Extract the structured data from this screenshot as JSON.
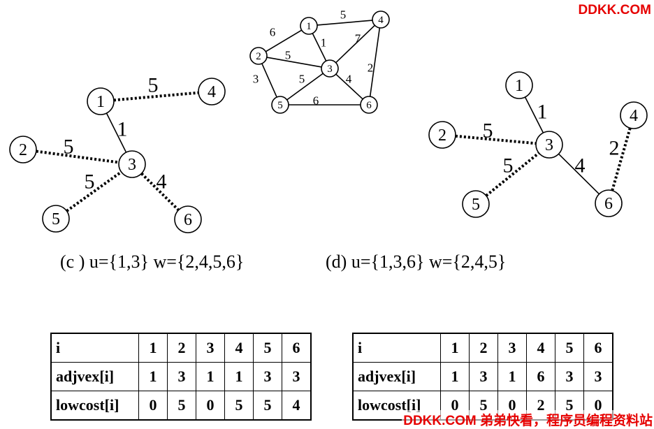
{
  "watermark": {
    "top": "DDKK.COM",
    "bottom": "DDKK.COM 弟弟快看，程序员编程资料站"
  },
  "captions": {
    "c": "(c ) u={1,3} w={2,4,5,6}",
    "d": "(d) u={1,3,6} w={2,4,5}"
  },
  "graphs": {
    "full": {
      "vertices": [
        "1",
        "2",
        "3",
        "4",
        "5",
        "6"
      ],
      "edges": [
        {
          "from": "1",
          "to": "2",
          "weight": "6"
        },
        {
          "from": "1",
          "to": "4",
          "weight": "5"
        },
        {
          "from": "1",
          "to": "3",
          "weight": "1"
        },
        {
          "from": "2",
          "to": "3",
          "weight": "5"
        },
        {
          "from": "2",
          "to": "5",
          "weight": "3"
        },
        {
          "from": "3",
          "to": "4",
          "weight": "7"
        },
        {
          "from": "3",
          "to": "5",
          "weight": "5"
        },
        {
          "from": "3",
          "to": "6",
          "weight": "4"
        },
        {
          "from": "4",
          "to": "6",
          "weight": "2"
        },
        {
          "from": "5",
          "to": "6",
          "weight": "6"
        }
      ]
    },
    "c": {
      "vertices": [
        "1",
        "2",
        "3",
        "4",
        "5",
        "6"
      ],
      "tree_edges": [
        {
          "from": "1",
          "to": "3",
          "weight": "1"
        }
      ],
      "candidate_edges": [
        {
          "from": "1",
          "to": "4",
          "weight": "5"
        },
        {
          "from": "2",
          "to": "3",
          "weight": "5"
        },
        {
          "from": "5",
          "to": "3",
          "weight": "5"
        },
        {
          "from": "3",
          "to": "6",
          "weight": "4"
        }
      ]
    },
    "d": {
      "vertices": [
        "1",
        "2",
        "3",
        "4",
        "5",
        "6"
      ],
      "tree_edges": [
        {
          "from": "1",
          "to": "3",
          "weight": "1"
        },
        {
          "from": "3",
          "to": "6",
          "weight": "4"
        }
      ],
      "candidate_edges": [
        {
          "from": "2",
          "to": "3",
          "weight": "5"
        },
        {
          "from": "5",
          "to": "3",
          "weight": "5"
        },
        {
          "from": "6",
          "to": "4",
          "weight": "2"
        }
      ]
    }
  },
  "tables": {
    "c": {
      "rows": [
        {
          "label": "i",
          "values": [
            "1",
            "2",
            "3",
            "4",
            "5",
            "6"
          ]
        },
        {
          "label": "adjvex[i]",
          "values": [
            "1",
            "3",
            "1",
            "1",
            "3",
            "3"
          ]
        },
        {
          "label": "lowcost[i]",
          "values": [
            "0",
            "5",
            "0",
            "5",
            "5",
            "4"
          ]
        }
      ]
    },
    "d": {
      "rows": [
        {
          "label": "i",
          "values": [
            "1",
            "2",
            "3",
            "4",
            "5",
            "6"
          ]
        },
        {
          "label": "adjvex[i]",
          "values": [
            "1",
            "3",
            "1",
            "6",
            "3",
            "3"
          ]
        },
        {
          "label": "lowcost[i]",
          "values": [
            "0",
            "5",
            "0",
            "2",
            "5",
            "0"
          ]
        }
      ]
    }
  }
}
